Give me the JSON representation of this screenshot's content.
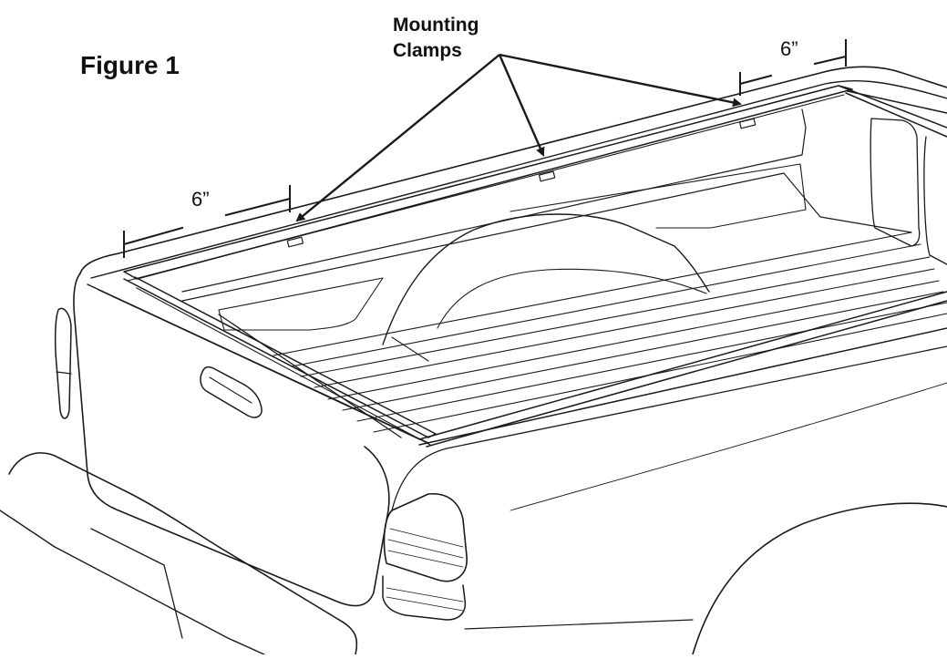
{
  "figure": {
    "title": "Figure 1"
  },
  "callout": {
    "line1": "Mounting",
    "line2": "Clamps"
  },
  "dimensions": {
    "left": "6”",
    "right": "6”"
  },
  "colors": {
    "line": "#1a1a1a",
    "background": "#ffffff"
  }
}
